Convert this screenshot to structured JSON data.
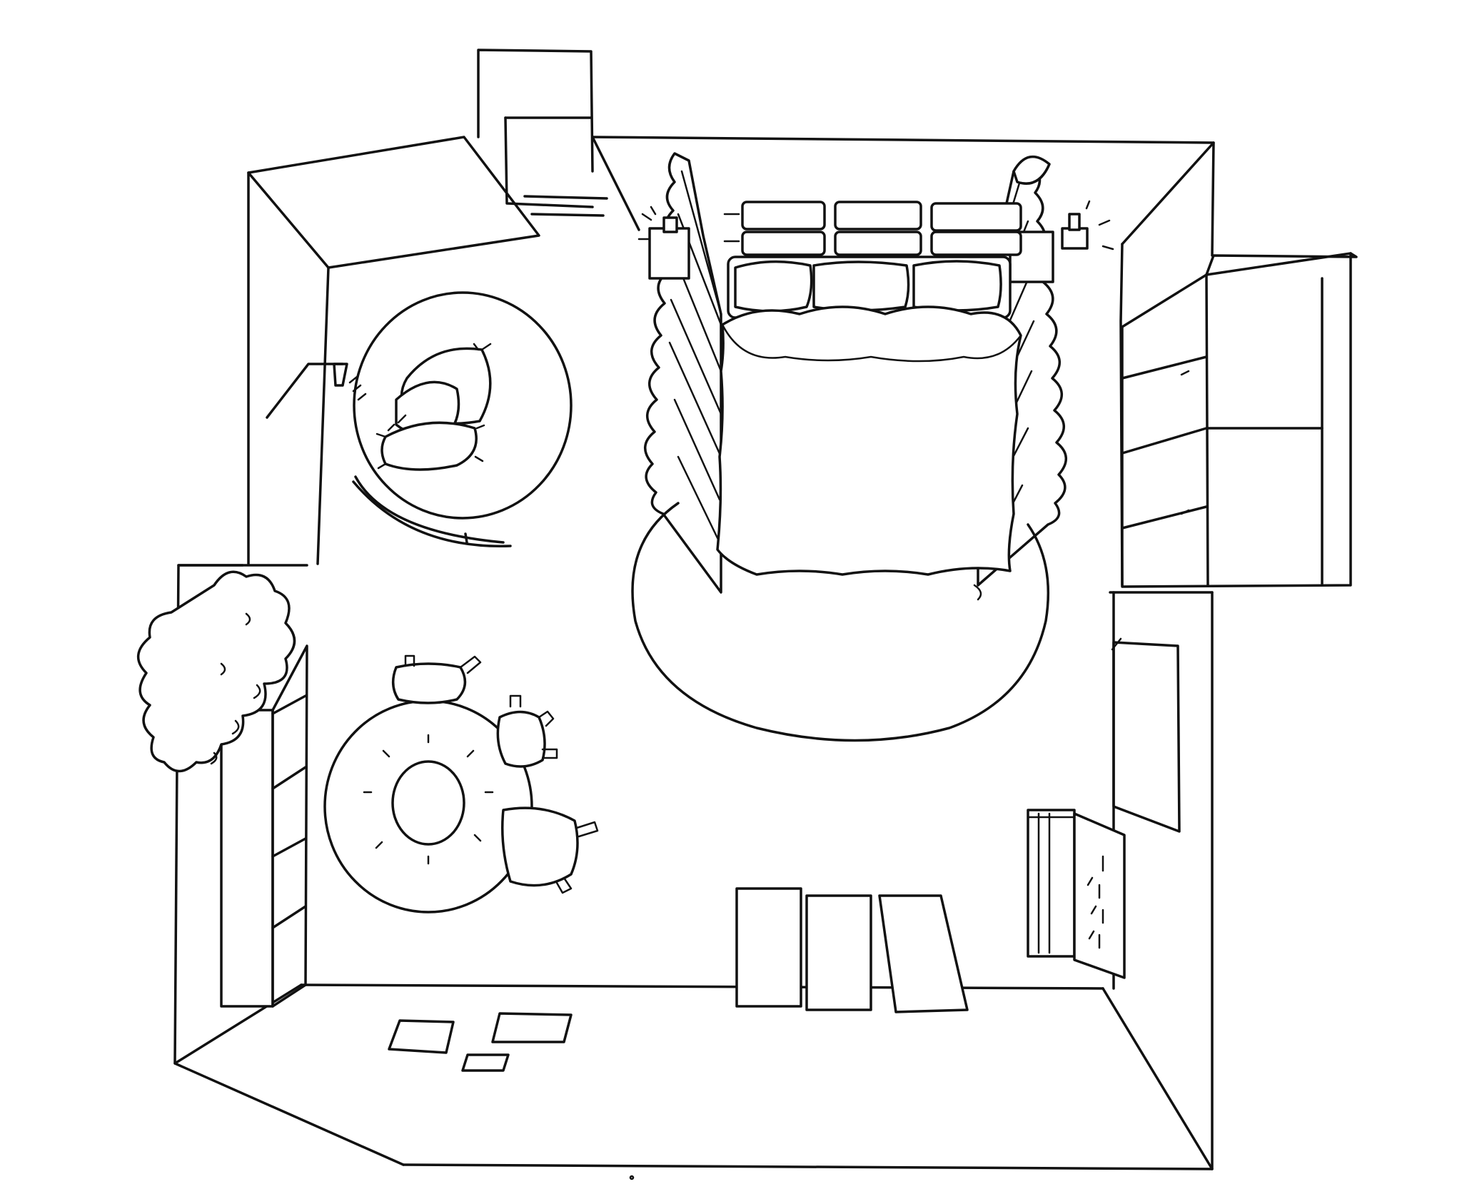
{
  "figure": {
    "kind": "hand-drawn top-down bedroom floor plan sketch",
    "ink_color": "#111111",
    "paper_color": "#ffffff",
    "items": [
      "room-outline",
      "chimney",
      "fireplace",
      "round-rug-with-cushions",
      "wall-lamp",
      "double-bed",
      "bed-curtains",
      "nightstands",
      "oval-rug",
      "wardrobe",
      "door",
      "bookshelf",
      "plant",
      "round-table",
      "chairs",
      "window-mats",
      "radiator",
      "coat-hooks",
      "floor-papers"
    ]
  }
}
